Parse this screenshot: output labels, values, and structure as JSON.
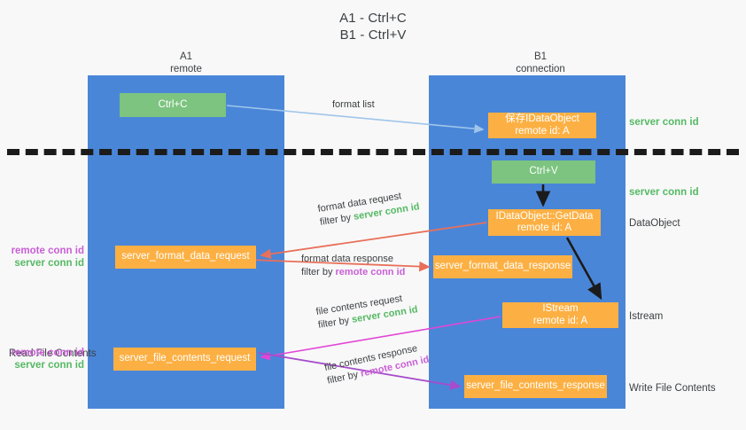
{
  "title": {
    "line1": "A1 - Ctrl+C",
    "line2": "B1 - Ctrl+V"
  },
  "columns": [
    {
      "id": "a1",
      "name": "A1",
      "role": "remote"
    },
    {
      "id": "b1",
      "name": "B1",
      "role": "connection"
    }
  ],
  "colors": {
    "lane": "#4a86d8",
    "green_node": "#7cc47f",
    "orange_node": "#fcb043",
    "server_conn_id": "#55b964",
    "remote_conn_id": "#c95fd6",
    "arrow_blue": "#9fc5ea",
    "arrow_red": "#e8705a",
    "arrow_magenta": "#e246d6",
    "arrow_purple": "#a64ccc",
    "arrow_black": "#1b1b1b",
    "divider": "#1b1b1b",
    "background": "#f8f8f8"
  },
  "nodes": {
    "ctrl_c": {
      "label": "Ctrl+C",
      "style": "green"
    },
    "save_dataobject": {
      "line1": "保存IDataObject",
      "line2": "remote id: A",
      "style": "orange"
    },
    "ctrl_v": {
      "label": "Ctrl+V",
      "style": "green"
    },
    "getdata": {
      "line1": "IDataObject::GetData",
      "line2": "remote id: A",
      "style": "orange"
    },
    "format_data_request": {
      "label": "server_format_data_request",
      "style": "orange"
    },
    "format_data_response": {
      "label": "server_format_data_response",
      "style": "orange"
    },
    "istream": {
      "line1": "IStream",
      "line2": "remote id: A",
      "style": "orange"
    },
    "file_contents_request": {
      "label": "server_file_contents_request",
      "style": "orange"
    },
    "file_contents_response": {
      "label": "server_file_contents_response",
      "style": "orange"
    }
  },
  "edge_labels": {
    "format_list": {
      "line1": "format list"
    },
    "format_data_request": {
      "line1": "format data request",
      "filter_prefix": "filter by ",
      "filter_id": "server conn id",
      "filter_kind": "server"
    },
    "format_data_response": {
      "line1": "format data response",
      "filter_prefix": "filter by ",
      "filter_id": "remote conn id",
      "filter_kind": "remote"
    },
    "file_contents_request": {
      "line1": "file contents request",
      "filter_prefix": "filter by ",
      "filter_id": "server conn id",
      "filter_kind": "server"
    },
    "file_contents_response": {
      "line1": "file contents response",
      "filter_prefix": "filter by ",
      "filter_id": "remote conn id",
      "filter_kind": "remote"
    }
  },
  "side_notes": {
    "server_conn_top": "server conn id",
    "server_conn_mid": "server conn id",
    "dataobject": "DataObject",
    "istream": "Istream",
    "write_file_contents": "Write File Contents",
    "read_file_contents": "Read File Contents",
    "remote_conn_id": "remote conn id",
    "server_conn_id": "server conn id"
  }
}
